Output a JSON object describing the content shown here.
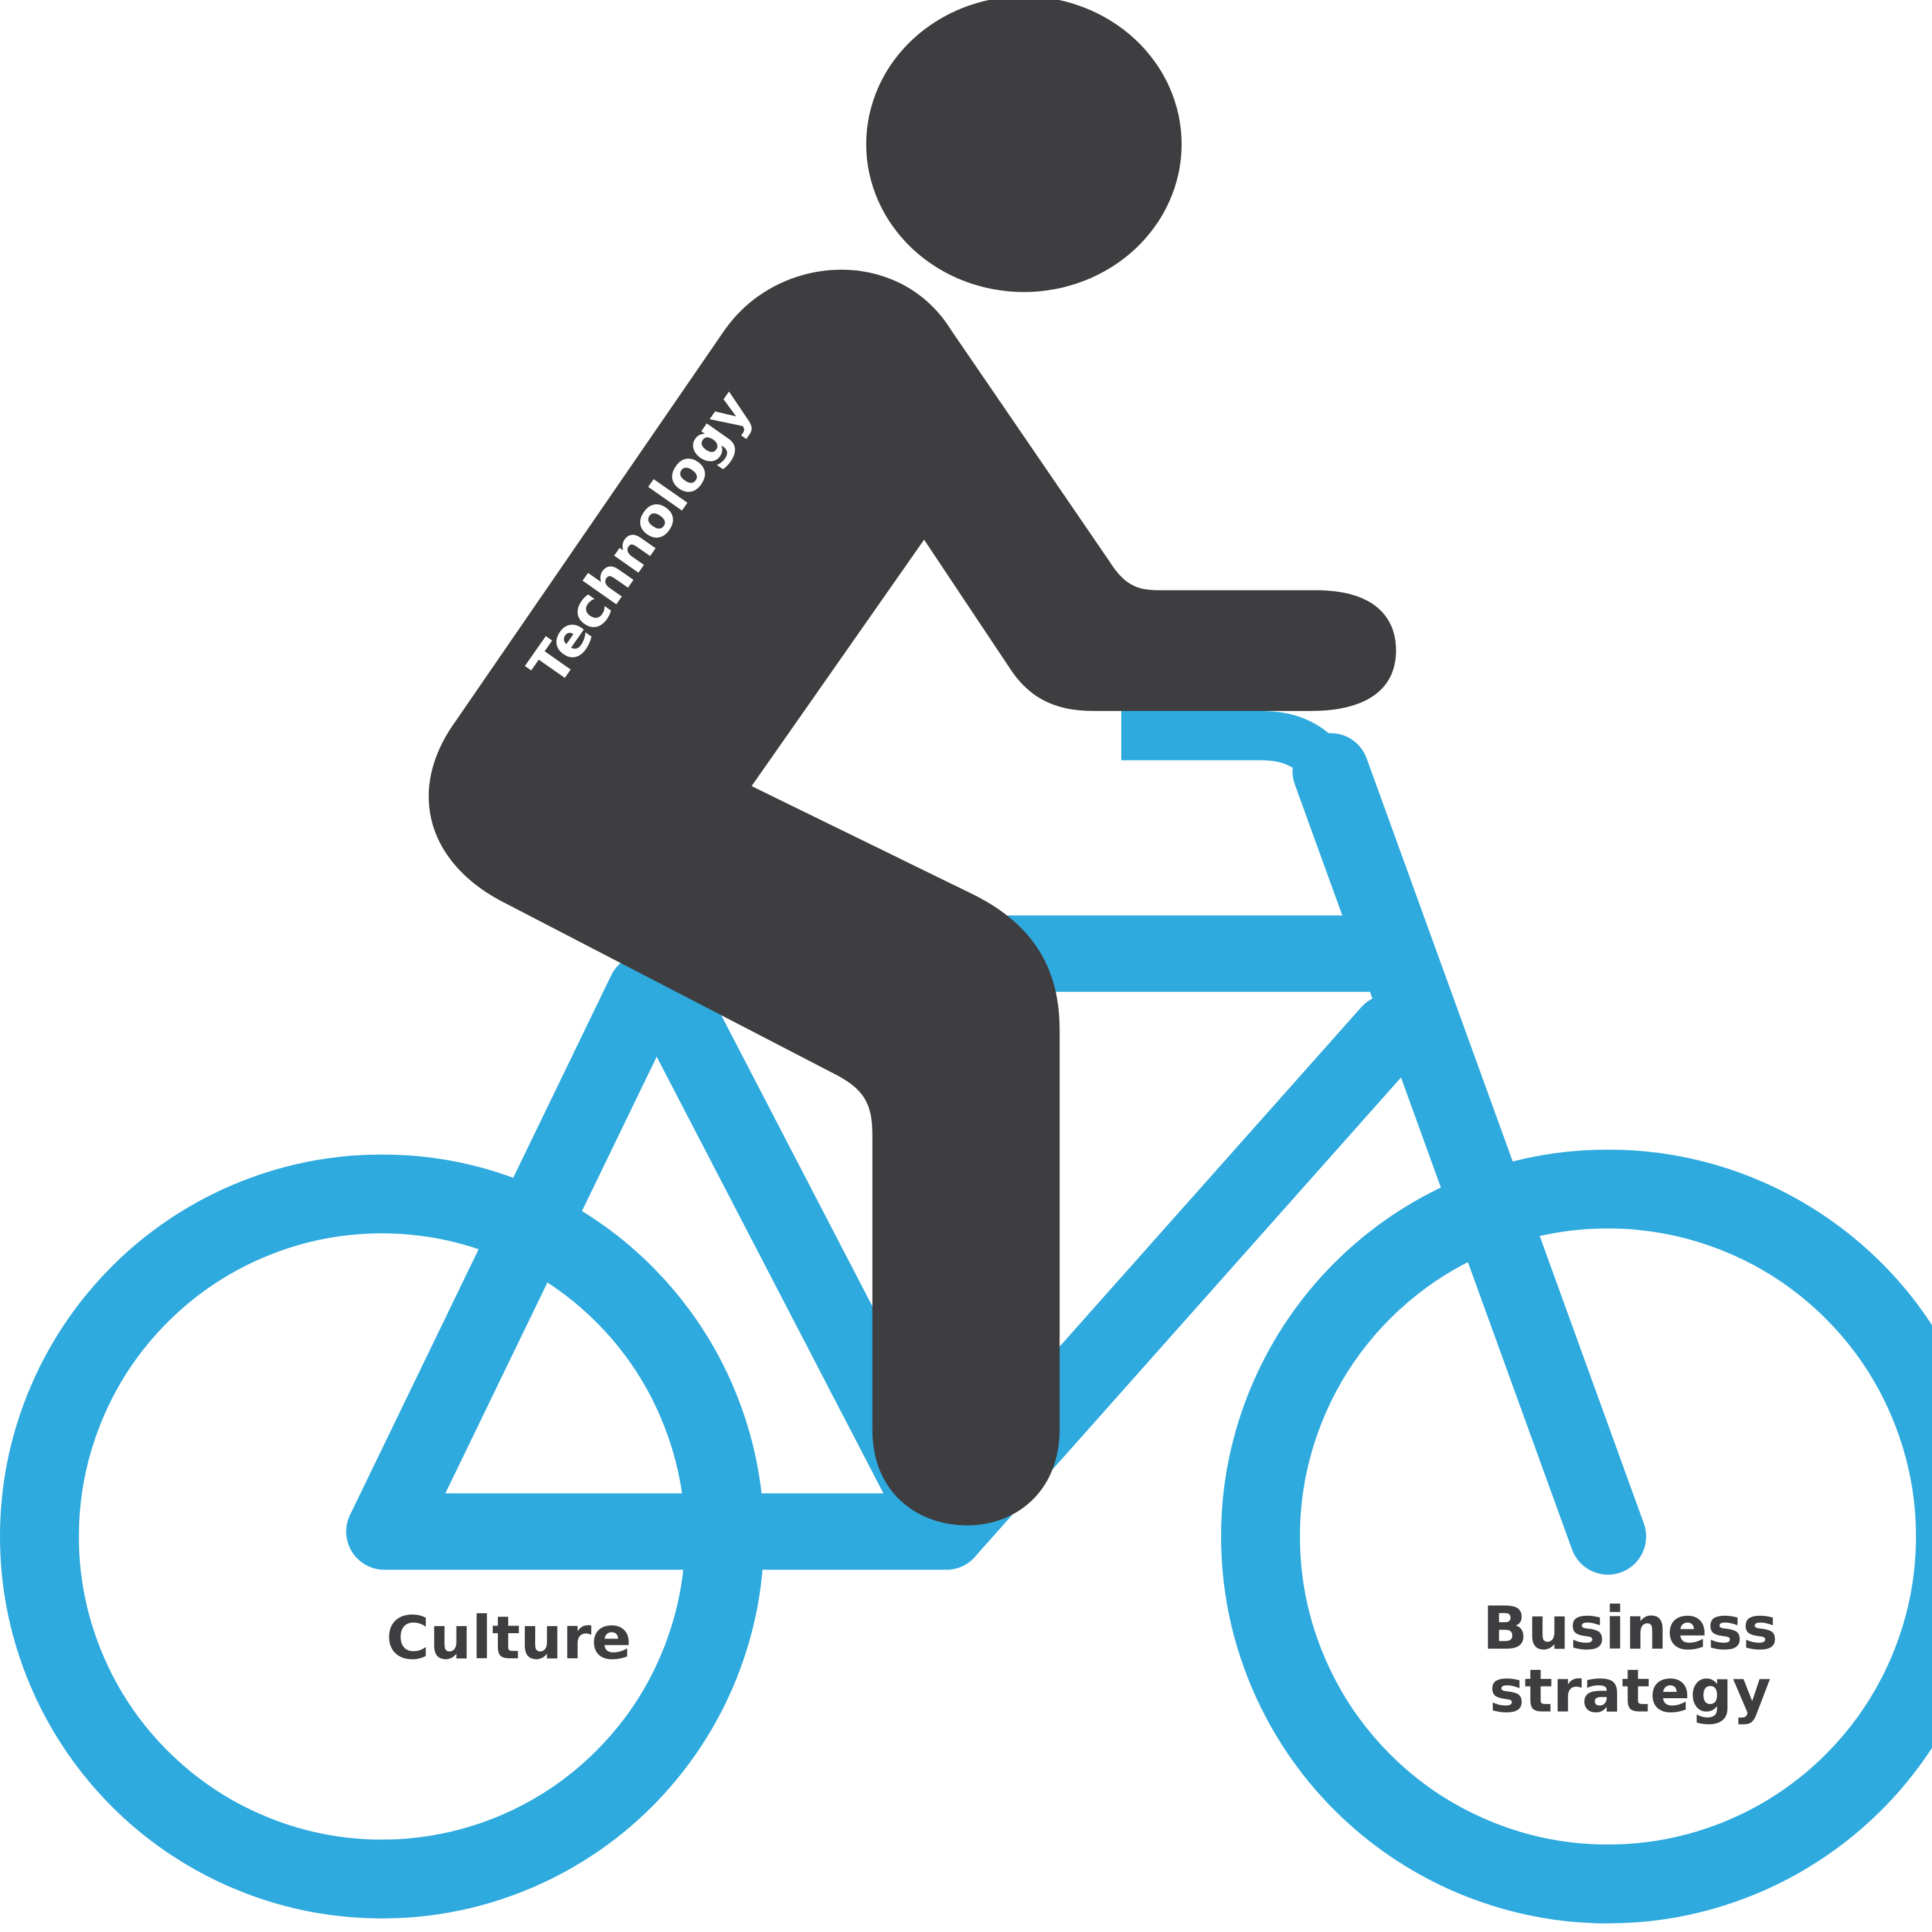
{
  "labels": {
    "rider": "Technology",
    "front_wheel": "Culture",
    "rear_wheel_line1": "Business",
    "rear_wheel_line2": "strategy"
  },
  "colors": {
    "bicycle": "#2EAADE",
    "rider": "#3E3E40",
    "rider_text": "#FFFFFF",
    "wheel_text": "#3E3E40",
    "background": "#FFFFFF"
  }
}
